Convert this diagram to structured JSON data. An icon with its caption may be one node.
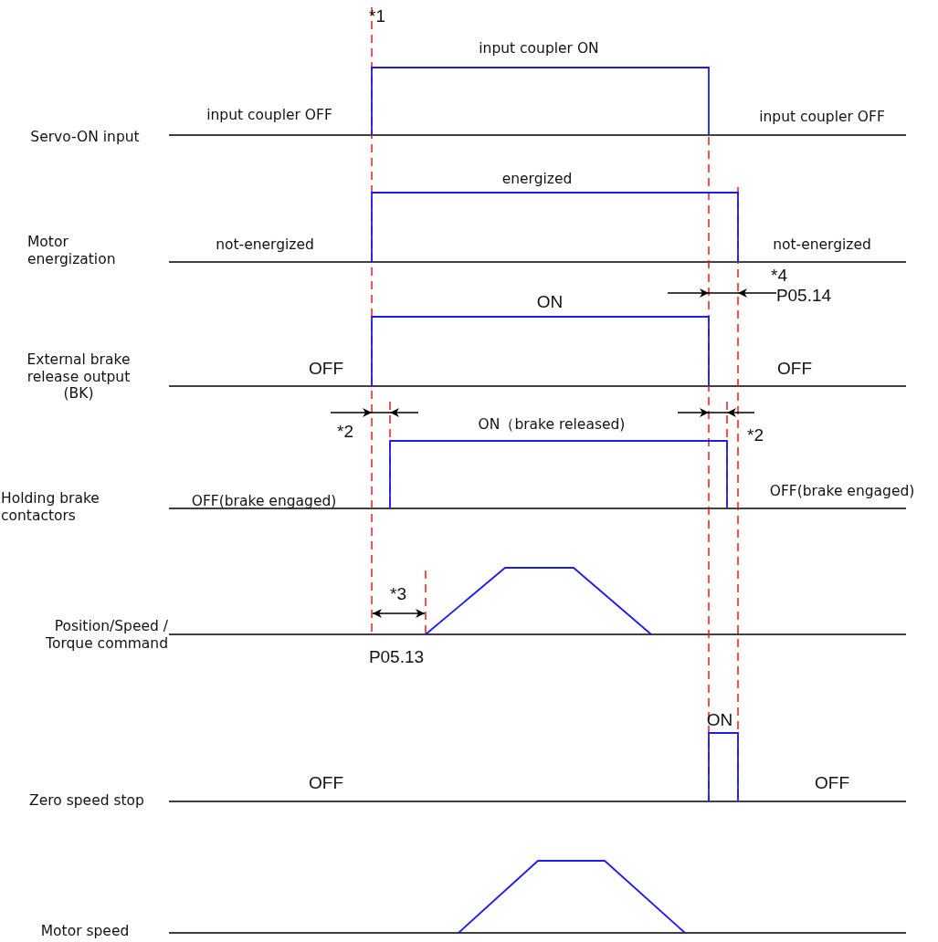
{
  "diagram": {
    "labels": [
      "*1",
      "input coupler ON",
      "input coupler OFF",
      "input coupler OFF",
      "Servo-ON input",
      "energized",
      "Motor energization",
      "not-energized",
      "not-energized",
      "*4",
      "P05.14",
      "ON",
      "External brake release output (BK)",
      "OFF",
      "OFF",
      "*2",
      "ON（brake released)",
      "*2",
      "Holding brake contactors",
      "OFF(brake engaged)",
      "OFF(brake engaged)",
      "*3",
      "Position/Speed / Torque command",
      "P05.13",
      "ON",
      "OFF",
      "OFF",
      "Zero speed stop",
      "Motor speed"
    ]
  }
}
